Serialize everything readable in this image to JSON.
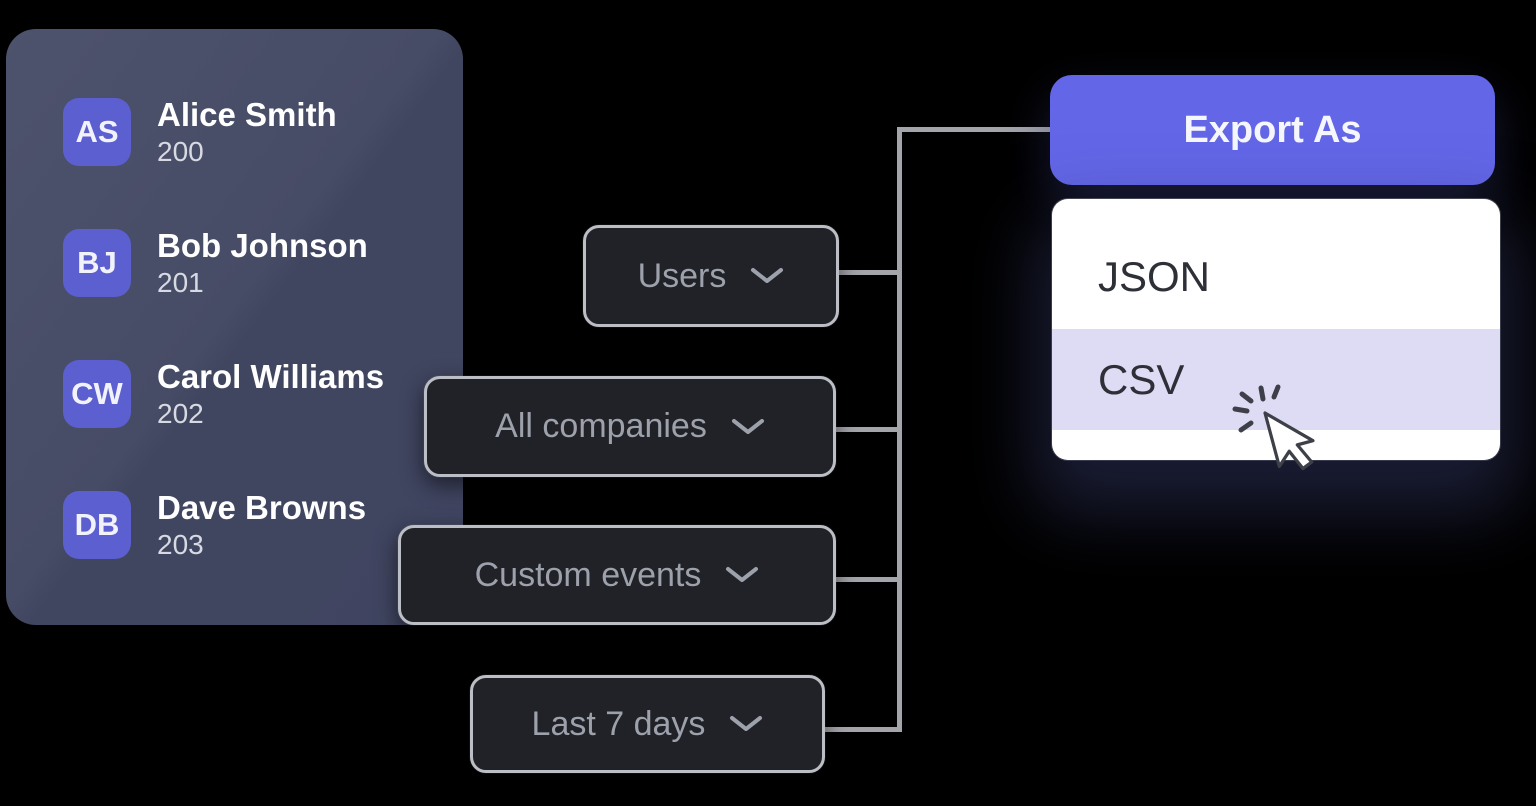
{
  "users_panel": {
    "items": [
      {
        "initials": "AS",
        "name": "Alice Smith",
        "id": "200"
      },
      {
        "initials": "BJ",
        "name": "Bob Johnson",
        "id": "201"
      },
      {
        "initials": "CW",
        "name": "Carol Williams",
        "id": "202"
      },
      {
        "initials": "DB",
        "name": "Dave Browns",
        "id": "203"
      }
    ]
  },
  "filters": {
    "users": {
      "label": "Users"
    },
    "companies": {
      "label": "All companies"
    },
    "events": {
      "label": "Custom events"
    },
    "date_range": {
      "label": "Last 7 days"
    }
  },
  "export_menu": {
    "button_label": "Export As",
    "options": [
      {
        "label": "JSON",
        "highlighted": false
      },
      {
        "label": "CSV",
        "highlighted": true
      }
    ]
  },
  "colors": {
    "accent_purple": "#6366e7",
    "avatar_purple": "#5c5fd0",
    "panel_slate": "#474c66",
    "dropdown_bg": "#212227",
    "dropdown_border": "#bcbec5",
    "dropdown_text": "#9da1ab",
    "connector_gray": "#a4a5ab",
    "highlight_lavender": "#dedcf5",
    "menu_text": "#2e3038",
    "background": "#000000"
  }
}
